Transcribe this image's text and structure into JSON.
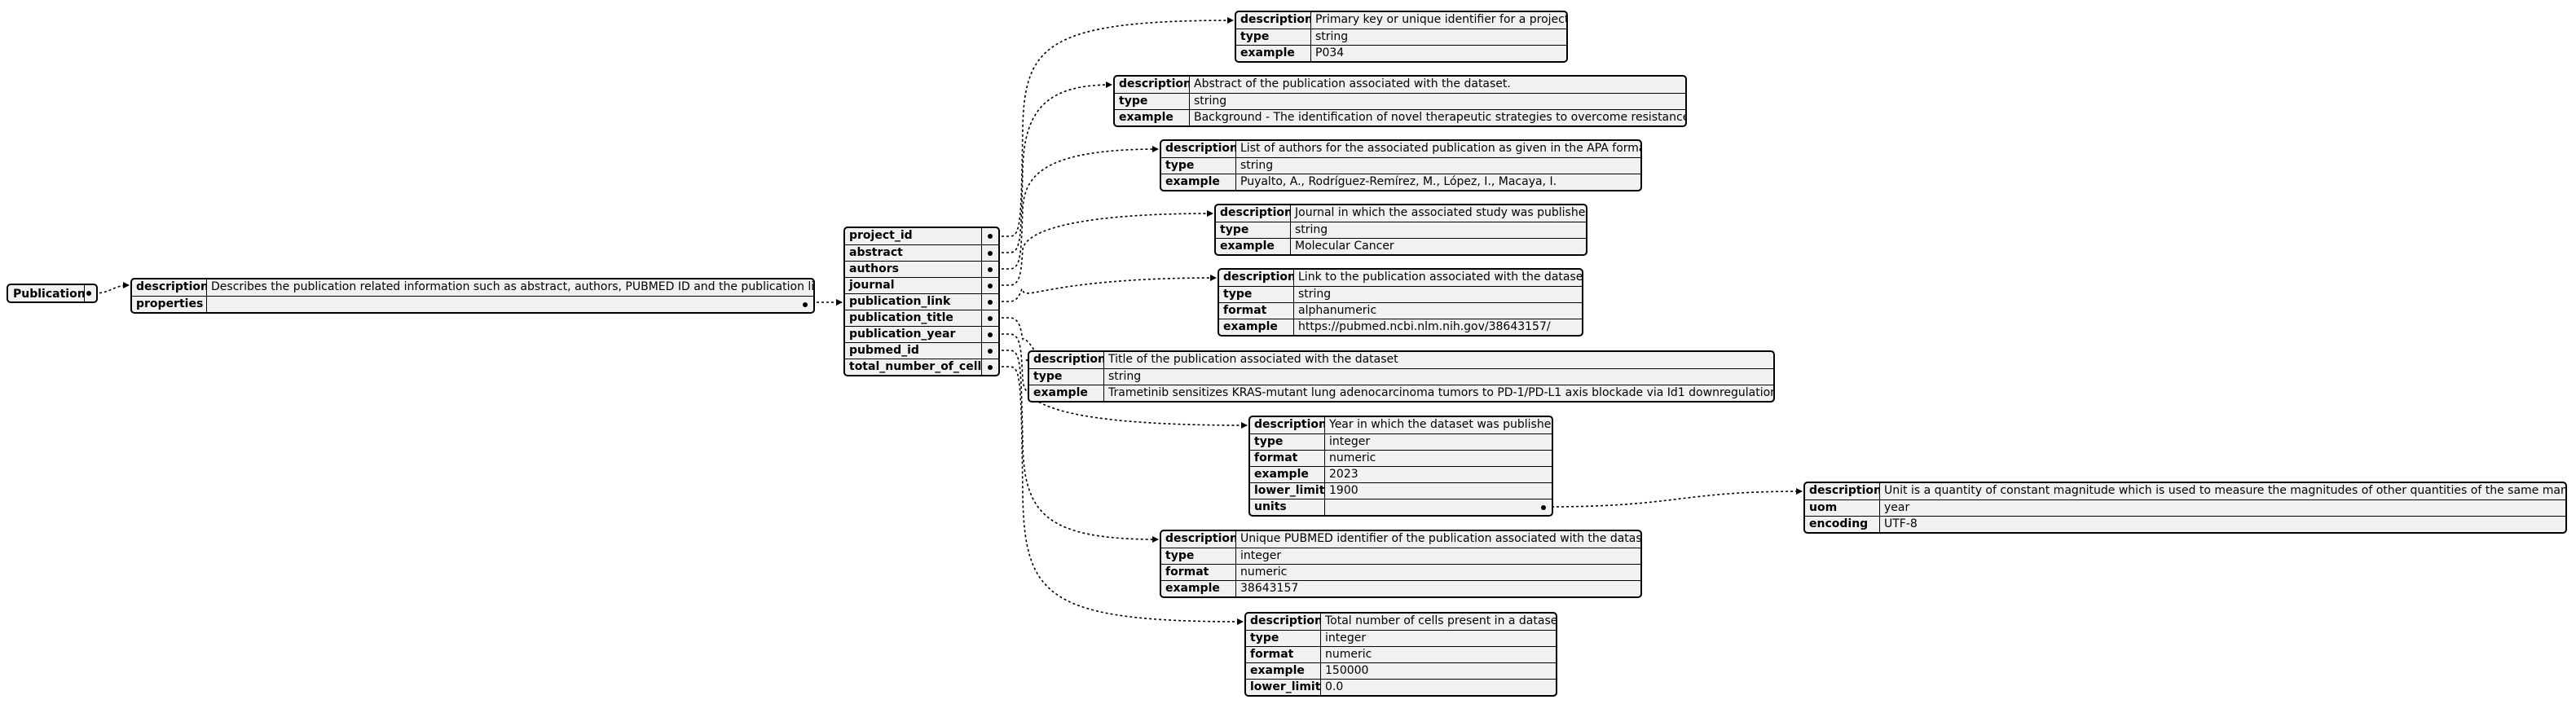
{
  "root": {
    "label": "Publication"
  },
  "publication": {
    "description_key": "description",
    "description": "Describes the publication related information such as abstract, authors, PUBMED ID and the publication link.",
    "properties_key": "properties"
  },
  "properties": [
    "project_id",
    "abstract",
    "authors",
    "journal",
    "publication_link",
    "publication_title",
    "publication_year",
    "pubmed_id",
    "total_number_of_cells"
  ],
  "details": {
    "project_id": [
      {
        "k": "description",
        "v": "Primary key or unique identifier for a project"
      },
      {
        "k": "type",
        "v": "string"
      },
      {
        "k": "example",
        "v": "P034"
      }
    ],
    "abstract": [
      {
        "k": "description",
        "v": "Abstract of the publication associated with the dataset."
      },
      {
        "k": "type",
        "v": "string"
      },
      {
        "k": "example",
        "v": "Background - The identification of novel therapeutic strategies to overcome resistance..."
      }
    ],
    "authors": [
      {
        "k": "description",
        "v": "List of authors for the associated publication as given in the APA format"
      },
      {
        "k": "type",
        "v": "string"
      },
      {
        "k": "example",
        "v": "Puyalto, A., Rodríguez-Remírez, M., López, I., Macaya, I."
      }
    ],
    "journal": [
      {
        "k": "description",
        "v": "Journal in which the associated study was published"
      },
      {
        "k": "type",
        "v": "string"
      },
      {
        "k": "example",
        "v": "Molecular Cancer"
      }
    ],
    "publication_link": [
      {
        "k": "description",
        "v": "Link to the publication associated with the dataset."
      },
      {
        "k": "type",
        "v": "string"
      },
      {
        "k": "format",
        "v": "alphanumeric"
      },
      {
        "k": "example",
        "v": "https://pubmed.ncbi.nlm.nih.gov/38643157/"
      }
    ],
    "publication_title": [
      {
        "k": "description",
        "v": "Title of the publication associated with the dataset"
      },
      {
        "k": "type",
        "v": "string"
      },
      {
        "k": "example",
        "v": "Trametinib sensitizes KRAS-mutant lung adenocarcinoma tumors to PD-1/PD-L1 axis blockade via Id1 downregulation"
      }
    ],
    "publication_year": [
      {
        "k": "description",
        "v": "Year in which the dataset was published"
      },
      {
        "k": "type",
        "v": "integer"
      },
      {
        "k": "format",
        "v": "numeric"
      },
      {
        "k": "example",
        "v": "2023"
      },
      {
        "k": "lower_limit",
        "v": "1900"
      },
      {
        "k": "units",
        "v": ""
      }
    ],
    "pubmed_id": [
      {
        "k": "description",
        "v": "Unique PUBMED identifier of the publication associated with the dataset"
      },
      {
        "k": "type",
        "v": "integer"
      },
      {
        "k": "format",
        "v": "numeric"
      },
      {
        "k": "example",
        "v": "38643157"
      }
    ],
    "total_number_of_cells": [
      {
        "k": "description",
        "v": "Total number of cells present in a dataset"
      },
      {
        "k": "type",
        "v": "integer"
      },
      {
        "k": "format",
        "v": "numeric"
      },
      {
        "k": "example",
        "v": "150000"
      },
      {
        "k": "lower_limit",
        "v": "0.0"
      }
    ],
    "units": [
      {
        "k": "description",
        "v": "Unit is a quantity of constant magnitude which is used to measure the magnitudes of other quantities of the same manner"
      },
      {
        "k": "uom",
        "v": "year"
      },
      {
        "k": "encoding",
        "v": "UTF-8"
      }
    ]
  }
}
